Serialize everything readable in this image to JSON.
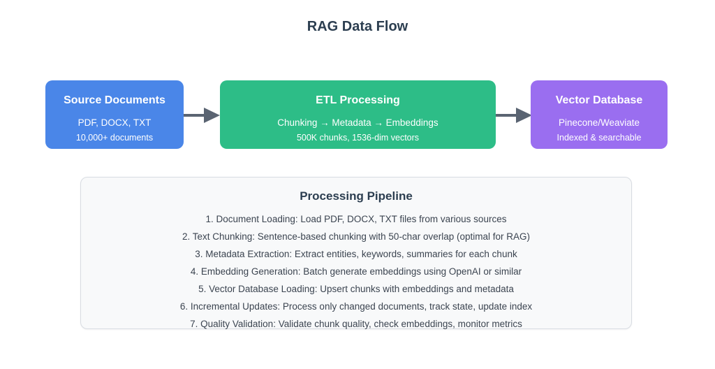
{
  "page": {
    "title": "RAG Data Flow"
  },
  "flow": {
    "arrow_color": "#5a6472",
    "nodes": [
      {
        "title": "Source Documents",
        "line1": "PDF, DOCX, TXT",
        "line2": "10,000+ documents",
        "color": "#4a86e8"
      },
      {
        "title": "ETL Processing",
        "line1": "Chunking → Metadata → Embeddings",
        "line2": "500K chunks, 1536-dim vectors",
        "color": "#2dbd87"
      },
      {
        "title": "Vector Database",
        "line1": "Pinecone/Weaviate",
        "line2": "Indexed & searchable",
        "color": "#9a6ef0"
      }
    ]
  },
  "pipeline": {
    "title": "Processing Pipeline",
    "steps": [
      "1. Document Loading: Load PDF, DOCX, TXT files from various sources",
      "2. Text Chunking: Sentence-based chunking with 50-char overlap (optimal for RAG)",
      "3. Metadata Extraction: Extract entities, keywords, summaries for each chunk",
      "4. Embedding Generation: Batch generate embeddings using OpenAI or similar",
      "5. Vector Database Loading: Upsert chunks with embeddings and metadata",
      "6. Incremental Updates: Process only changed documents, track state, update index",
      "7. Quality Validation: Validate chunk quality, check embeddings, monitor metrics"
    ]
  },
  "colors": {
    "heading_text": "#2c3e50",
    "step_text": "#3b4450",
    "panel_background": "#f8f9fa",
    "panel_border": "#d8dce2",
    "node_text": "#ffffff"
  }
}
